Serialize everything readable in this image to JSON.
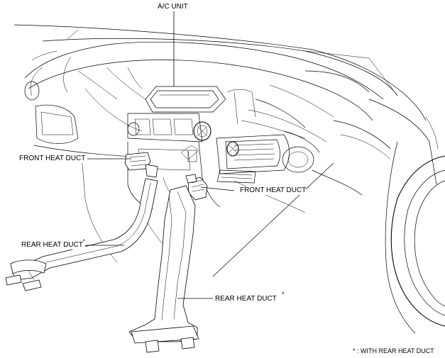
{
  "labels": {
    "ac_unit": "A/C UNIT",
    "front_heat_duct_left": "FRONT HEAT DUCT",
    "front_heat_duct_right": "FRONT HEAT DUCT",
    "rear_heat_duct_left": "REAR HEAT DUCT",
    "rear_heat_duct_center": "REAR HEAT DUCT",
    "asterisk": "*"
  },
  "footnote": "* : WITH REAR HEAT DUCT"
}
